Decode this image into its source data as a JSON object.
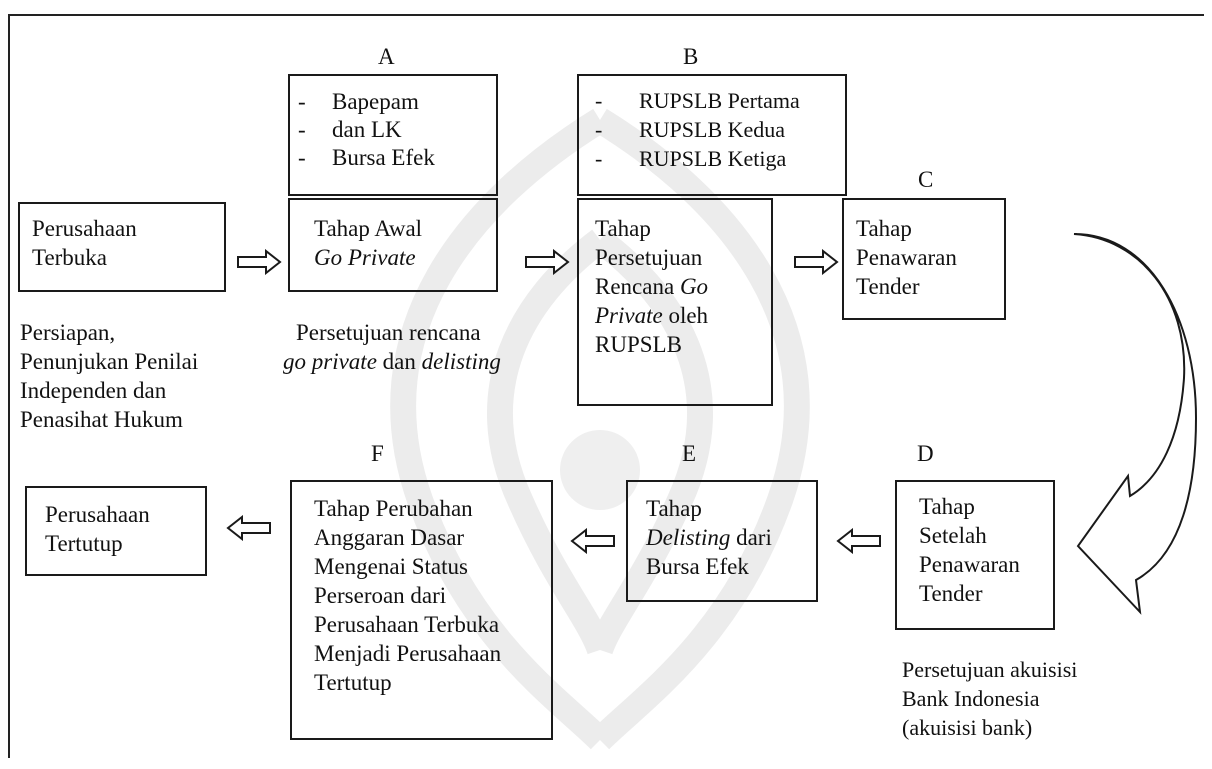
{
  "labels": {
    "a": "A",
    "b": "B",
    "c": "C",
    "d": "D",
    "e": "E",
    "f": "F"
  },
  "nodes": {
    "perusahaan_terbuka": [
      "Perusahaan",
      "Terbuka"
    ],
    "tahap_awal": {
      "line1": "Tahap Awal",
      "line2_italic": "Go Private"
    },
    "tahap_persetujuan": {
      "l1": "Tahap",
      "l2": "Persetujuan",
      "l3": "Rencana ",
      "l3_italic": "Go",
      "l4_italic": "Private",
      "l4": " oleh",
      "l5": "RUPSLB"
    },
    "tahap_penawaran": [
      "Tahap",
      "Penawaran",
      "Tender"
    ],
    "tahap_setelah": [
      "Tahap",
      "Setelah",
      "Penawaran",
      "Tender"
    ],
    "tahap_delisting": {
      "l1": "Tahap",
      "l2_italic": "Delisting",
      "l2": " dari",
      "l3": "Bursa Efek"
    },
    "tahap_perubahan": [
      "Tahap Perubahan",
      "Anggaran Dasar",
      "Mengenai Status",
      "Perseroan dari",
      "Perusahaan Terbuka",
      "Menjadi Perusahaan",
      "Tertutup"
    ],
    "perusahaan_tertutup": [
      "Perusahaan",
      "Tertutup"
    ]
  },
  "list_a": [
    "Bapepam",
    "Bursa Efek"
  ],
  "list_a_cont": "dan LK",
  "list_b": [
    "RUPSLB Pertama",
    "RUPSLB Kedua",
    "RUPSLB Ketiga"
  ],
  "notes": {
    "persiapan": [
      "Persiapan,",
      "Penunjukan Penilai",
      "Independen dan",
      "Penasihat Hukum"
    ],
    "persetujuan_rencana_1": "Persetujuan rencana",
    "persetujuan_rencana_2_italic_a": "go private",
    "persetujuan_rencana_2": " dan ",
    "persetujuan_rencana_2_italic_b": "delisting",
    "persetujuan_akuisisi": [
      "Persetujuan akuisisi",
      "Bank Indonesia",
      "(akuisisi bank)"
    ]
  }
}
